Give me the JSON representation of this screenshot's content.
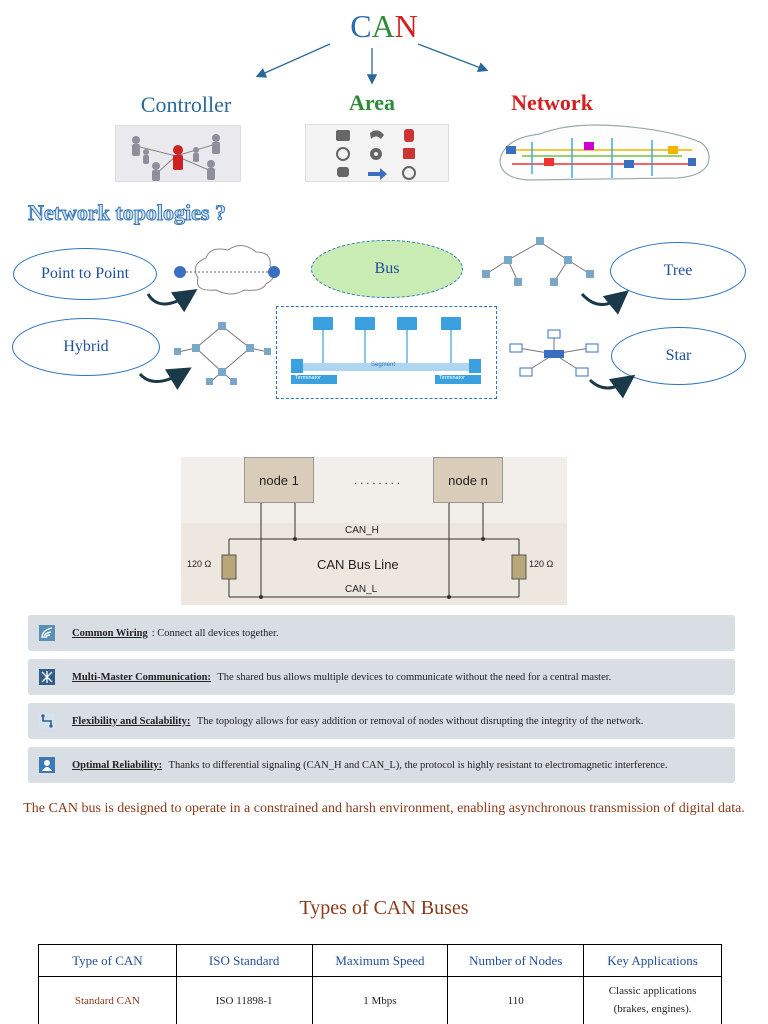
{
  "title": {
    "c": "C",
    "a": "A",
    "n": "N"
  },
  "branches": {
    "controller": "Controller",
    "area": "Area",
    "network": "Network"
  },
  "topologies": {
    "heading": "Network topologies ?",
    "point_to_point": "Point to Point",
    "bus": "Bus",
    "tree": "Tree",
    "hybrid": "Hybrid",
    "star": "Star",
    "segment_label": "Segment",
    "terminator_label": "Terminator"
  },
  "bus_diagram": {
    "node1": "node 1",
    "dots": ". . . . . . . .",
    "noden": "node n",
    "can_h": "CAN_H",
    "bus_line": "CAN Bus Line",
    "can_l": "CAN_L",
    "res_left": "120 Ω",
    "res_right": "120 Ω"
  },
  "features": [
    {
      "title": "Common Wiring",
      "sep": ":",
      "text": " Connect all devices together.",
      "icon": "wifi-icon"
    },
    {
      "title": "Multi-Master Communication:",
      "sep": "",
      "text": " The shared bus allows multiple devices to communicate without the need for a central master.",
      "icon": "network-icon"
    },
    {
      "title": "Flexibility and Scalability:",
      "sep": "",
      "text": " The topology allows for easy addition or removal of nodes without disrupting the integrity of the network.",
      "icon": "flow-icon"
    },
    {
      "title": "Optimal Reliability:",
      "sep": "",
      "text": " Thanks to differential signaling (CAN_H and CAN_L), the protocol is highly resistant to electromagnetic interference.",
      "icon": "user-icon"
    }
  ],
  "summary": "The CAN bus is designed to operate in a constrained and harsh environment, enabling asynchronous transmission of digital data.",
  "types_title": "Types of CAN Buses",
  "table": {
    "headers": [
      "Type of CAN",
      "ISO Standard",
      "Maximum Speed",
      "Number of Nodes",
      "Key Applications"
    ],
    "rows": [
      [
        "Standard CAN",
        "ISO 11898-1",
        "1 Mbps",
        "110",
        "Classic applications (brakes, engines)."
      ]
    ]
  },
  "colors": {
    "accent_blue": "#2a74c0",
    "brown": "#8a3a1a",
    "feature_bg": "#d9dde4",
    "bus_green": "#c9ebb4"
  }
}
